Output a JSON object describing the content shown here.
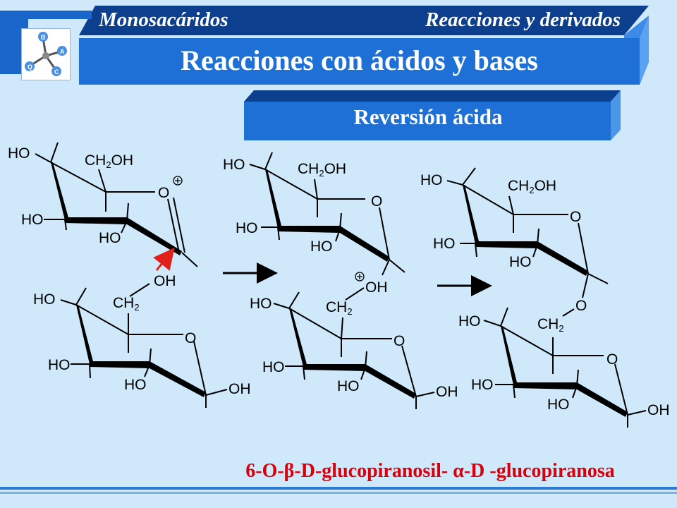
{
  "header": {
    "subtitle_left": "Monosacáridos",
    "subtitle_right": "Reacciones y derivados",
    "title": "Reacciones con ácidos y bases"
  },
  "section": {
    "title": "Reversión ácida"
  },
  "diagram": {
    "labels": {
      "ho": "HO",
      "oh": "OH",
      "o": "O",
      "ch2oh_main": "CH",
      "ch2oh_sub": "2",
      "ch2oh_tail": "OH",
      "ch2_main": "CH",
      "ch2_sub": "2",
      "charge": "+"
    }
  },
  "product": {
    "name": "6-O-β-D-glucopiranosil- α-D -glucopiranosa"
  },
  "colors": {
    "background": "#cfe8fa",
    "header_blue": "#1e6fd6",
    "product_text": "#d9000b",
    "attack_arrow": "#e0201b"
  },
  "icons": {
    "logo": "molecule-logo-icon",
    "reaction_arrow": "right-arrow-icon",
    "attack_arrow": "red-arrow-icon"
  }
}
